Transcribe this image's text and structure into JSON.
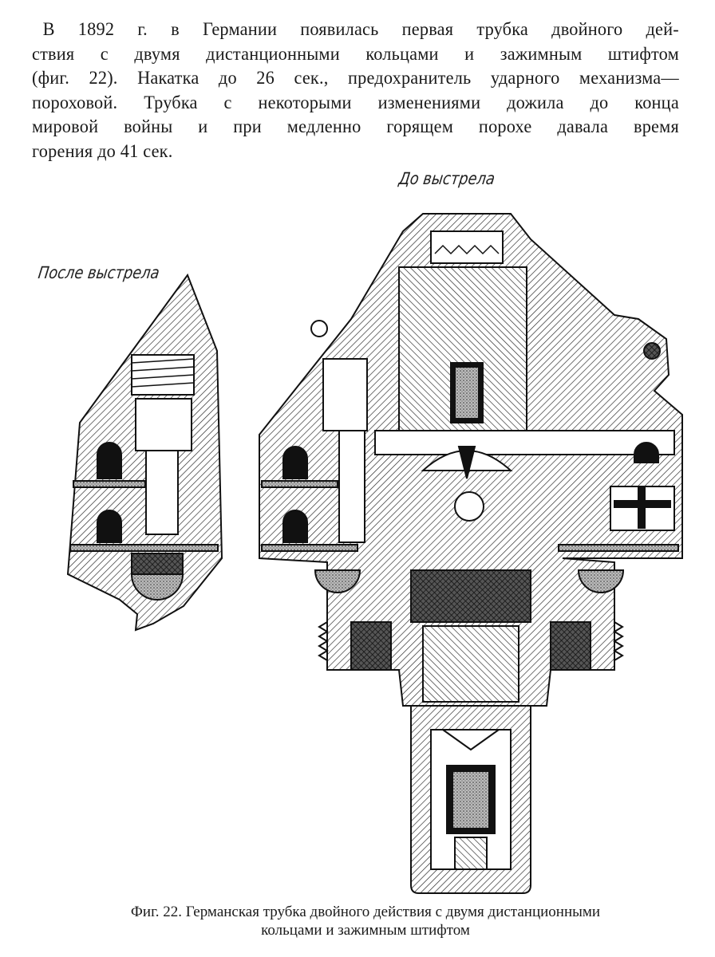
{
  "paragraph": {
    "lines": [
      "В 1892 г. в Германии появилась первая трубка двойного дей-",
      "ствия с двумя дистанционными кольцами и зажимным штифтом",
      "(фиг. 22). Накатка до 26 сек., предохранитель ударного механизма—",
      "пороховой. Трубка с некоторыми изменениями дожила до конца",
      "мировой войны и при медленно горящем порохе давала время",
      "горения до 41 сек."
    ]
  },
  "figure": {
    "label_before": "До выстрела",
    "label_after": "После выстрела",
    "caption_line1": "Фиг. 22. Германская трубка двойного действия с двумя дистанционными",
    "caption_line2": "кольцами и зажимным штифтом"
  }
}
